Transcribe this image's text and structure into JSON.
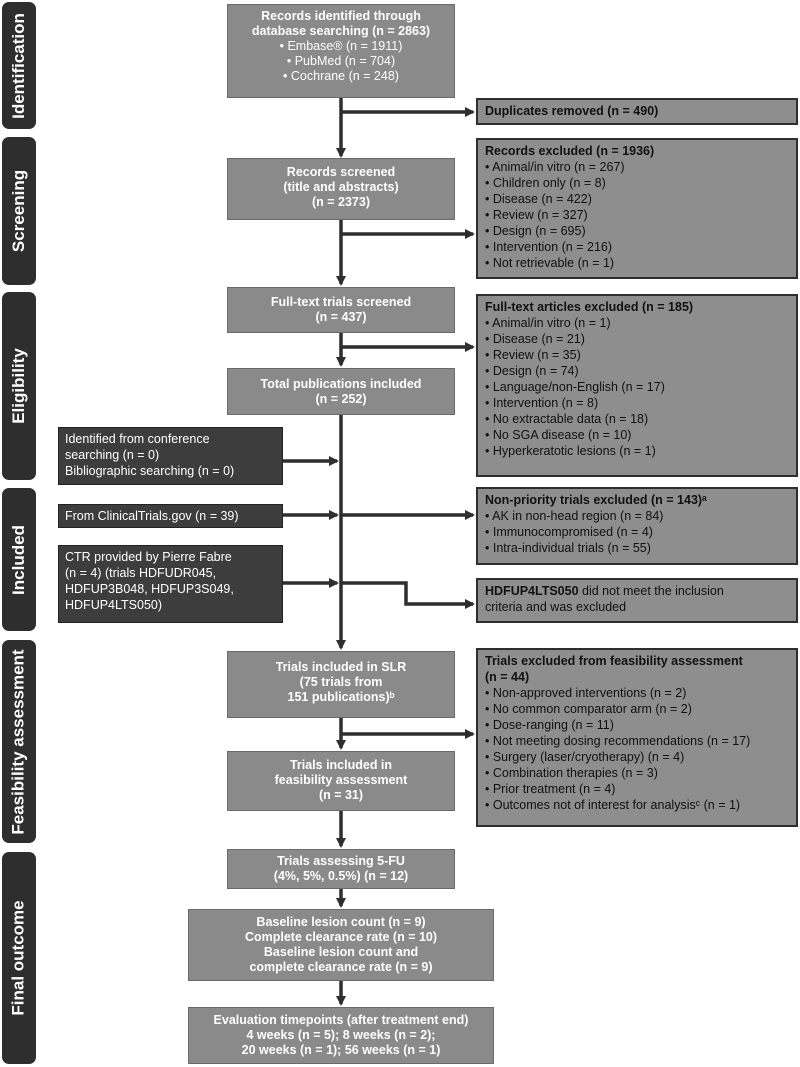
{
  "phases": {
    "identification": "Identification",
    "screening": "Screening",
    "eligibility": "Eligibility",
    "included": "Included",
    "feasibility": "Feasibility assessment",
    "final": "Final outcome"
  },
  "flow": {
    "records_identified": {
      "title_1": "Records identified through",
      "title_2": "database searching (n = 2863)",
      "items": [
        "• Embase® (n = 1911)",
        "• PubMed (n = 704)",
        "• Cochrane (n = 248)"
      ]
    },
    "records_screened": {
      "l1": "Records screened",
      "l2": "(title and abstracts)",
      "l3": "(n = 2373)"
    },
    "fulltext_screened": {
      "l1": "Full-text trials screened",
      "l2": "(n = 437)"
    },
    "total_publications": {
      "l1": "Total publications included",
      "l2": "(n = 252)"
    },
    "trials_slr": {
      "l1": "Trials included in SLR",
      "l2": "(75 trials from",
      "l3": "151 publications)ᵇ"
    },
    "trials_feasibility": {
      "l1": "Trials included in",
      "l2": "feasibility assessment",
      "l3": "(n = 31)"
    },
    "trials_5fu": {
      "l1": "Trials assessing 5-FU",
      "l2": "(4%, 5%, 0.5%) (n = 12)"
    },
    "baseline": {
      "l1": "Baseline lesion count (n = 9)",
      "l2": "Complete clearance rate (n = 10)",
      "l3": "Baseline lesion count and",
      "l4": "complete clearance rate (n = 9)"
    },
    "timepoints": {
      "l1": "Evaluation timepoints (after treatment end)",
      "l2": "4 weeks (n = 5); 8 weeks (n = 2);",
      "l3": "20 weeks (n = 1); 56 weeks (n = 1)"
    }
  },
  "sources": {
    "conference": {
      "l1": "Identified from conference",
      "l2": "searching (n = 0)",
      "l3": "Bibliographic searching (n = 0)"
    },
    "clinicaltrials": {
      "l1": "From ClinicalTrials.gov (n = 39)"
    },
    "ctr": {
      "l1": "CTR provided by Pierre Fabre",
      "l2": "(n = 4) (trials HDFUDR045,",
      "l3": "HDFUP3B048, HDFUP3S049,",
      "l4": "HDFUP4LTS050)"
    }
  },
  "exclusions": {
    "duplicates": {
      "title": "Duplicates removed (n = 490)"
    },
    "records_excluded": {
      "title": "Records excluded (n = 1936)",
      "items": [
        "• Animal/in vitro (n = 267)",
        "• Children only (n = 8)",
        "• Disease (n = 422)",
        "• Review (n = 327)",
        "• Design (n = 695)",
        "• Intervention (n = 216)",
        "• Not retrievable (n = 1)"
      ]
    },
    "fulltext_excluded": {
      "title": "Full-text articles excluded (n = 185)",
      "items": [
        "• Animal/in vitro (n = 1)",
        "• Disease (n = 21)",
        "• Review (n = 35)",
        "• Design (n = 74)",
        "• Language/non-English (n = 17)",
        "• Intervention (n = 8)",
        "• No extractable data (n = 18)",
        "• No SGA disease (n = 10)",
        "• Hyperkeratotic lesions (n = 1)"
      ]
    },
    "nonpriority": {
      "title": "Non-priority trials excluded (n = 143)ᵃ",
      "items": [
        "• AK in non-head region (n = 84)",
        "• Immunocompromised (n = 4)",
        "• Intra-individual trials (n = 55)"
      ]
    },
    "hdfup4": {
      "bold": "HDFUP4LTS050",
      "rest": " did not meet the inclusion",
      "l2": "criteria and was excluded"
    },
    "feasibility_excluded": {
      "title_1": "Trials excluded from feasibility assessment",
      "title_2": "(n = 44)",
      "items": [
        "• Non-approved interventions (n = 2)",
        "• No common comparator arm (n = 2)",
        "• Dose-ranging (n = 11)",
        "• Not meeting dosing recommendations (n = 17)",
        "• Surgery (laser/cryotherapy) (n = 4)",
        "• Combination therapies (n = 3)",
        "• Prior treatment (n = 4)",
        "• Outcomes not of interest for analysisᶜ (n = 1)"
      ]
    }
  }
}
